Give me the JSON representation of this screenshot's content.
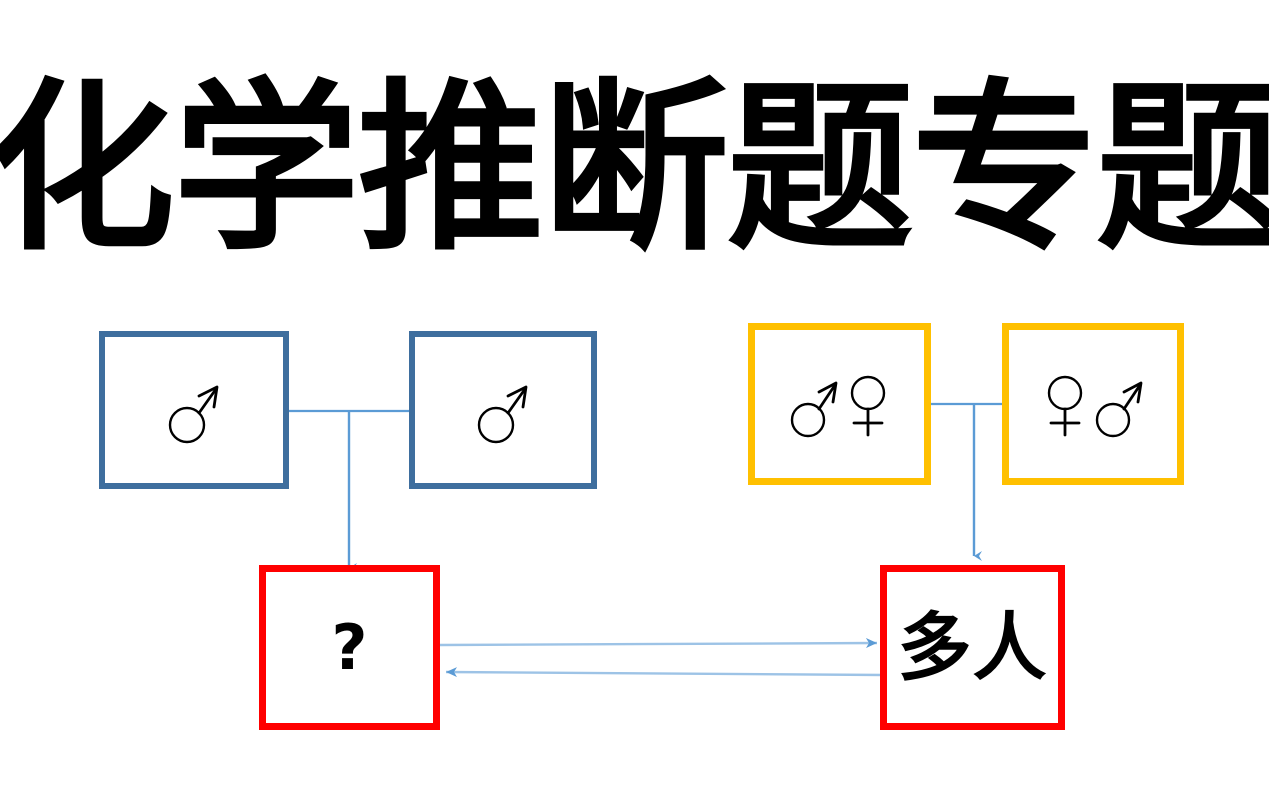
{
  "page": {
    "title": "化学推断题专题",
    "background_color": "#FFFFFF"
  },
  "colors": {
    "title_text": "#000000",
    "blue_box_border": "#3E6E9E",
    "yellow_box_border": "#FFC000",
    "red_box_border": "#FF0000",
    "connector_line": "#5B9BD5",
    "glyph_stroke": "#000000"
  },
  "diagram": {
    "type": "flow-diagram",
    "nodes": [
      {
        "id": "blue-left",
        "border_color": "#3E6E9E",
        "content_type": "gender-symbols",
        "symbols": [
          "male"
        ],
        "symbols_text": "♂",
        "label": ""
      },
      {
        "id": "blue-right",
        "border_color": "#3E6E9E",
        "content_type": "gender-symbols",
        "symbols": [
          "male"
        ],
        "symbols_text": "♂",
        "label": ""
      },
      {
        "id": "yellow-left",
        "border_color": "#FFC000",
        "content_type": "gender-symbols",
        "symbols": [
          "male",
          "female"
        ],
        "symbols_text": "♂♀",
        "label": ""
      },
      {
        "id": "yellow-right",
        "border_color": "#FFC000",
        "content_type": "gender-symbols",
        "symbols": [
          "female",
          "male"
        ],
        "symbols_text": "♀♂",
        "label": ""
      },
      {
        "id": "red-left",
        "border_color": "#FF0000",
        "content_type": "text",
        "label": "?"
      },
      {
        "id": "red-right",
        "border_color": "#FF0000",
        "content_type": "text",
        "label": "多人"
      }
    ],
    "connectors": [
      {
        "id": "blue-pair-join",
        "from": [
          "blue-left",
          "blue-right"
        ],
        "to": "red-left",
        "style": "tee-then-down-arrow",
        "color": "#5B9BD5",
        "arrowhead": "end"
      },
      {
        "id": "yellow-pair-join",
        "from": [
          "yellow-left",
          "yellow-right"
        ],
        "to": "red-right",
        "style": "tee-then-down-arrow",
        "color": "#5B9BD5",
        "arrowhead": "end"
      },
      {
        "id": "red-left-to-right",
        "from": "red-left",
        "to": "red-right",
        "style": "straight-arrow",
        "color": "#5B9BD5",
        "arrowhead": "end",
        "direction": "right"
      },
      {
        "id": "red-right-to-left",
        "from": "red-right",
        "to": "red-left",
        "style": "straight-arrow",
        "color": "#5B9BD5",
        "arrowhead": "end",
        "direction": "left"
      }
    ]
  }
}
